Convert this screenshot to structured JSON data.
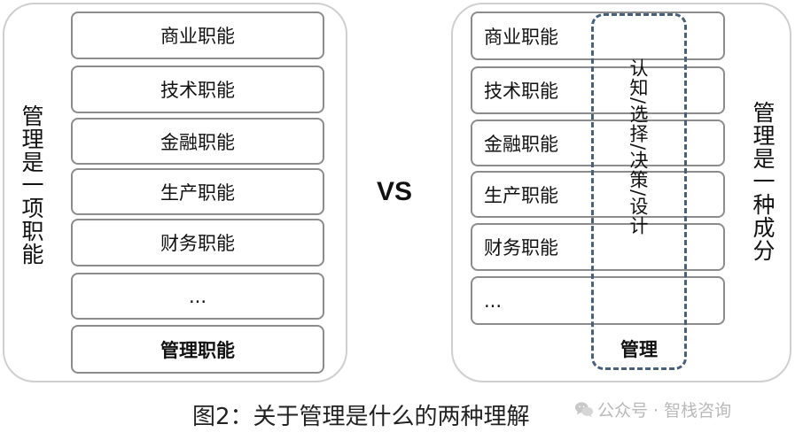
{
  "left": {
    "vertical_label": "管理是一项职能",
    "functions": [
      "商业职能",
      "技术职能",
      "金融职能",
      "生产职能",
      "财务职能",
      "...",
      "管理职能"
    ]
  },
  "vs_label": "VS",
  "right": {
    "vertical_label": "管理是一种成分",
    "functions": [
      "商业职能",
      "技术职能",
      "金融职能",
      "生产职能",
      "财务职能",
      "..."
    ],
    "management_activities": "认知/选择/决策/设计",
    "management_label": "管理"
  },
  "caption": "图2：关于管理是什么的两种理解",
  "watermark": {
    "text": "公众号 · 智栈咨询",
    "icon": "wechat-icon"
  }
}
